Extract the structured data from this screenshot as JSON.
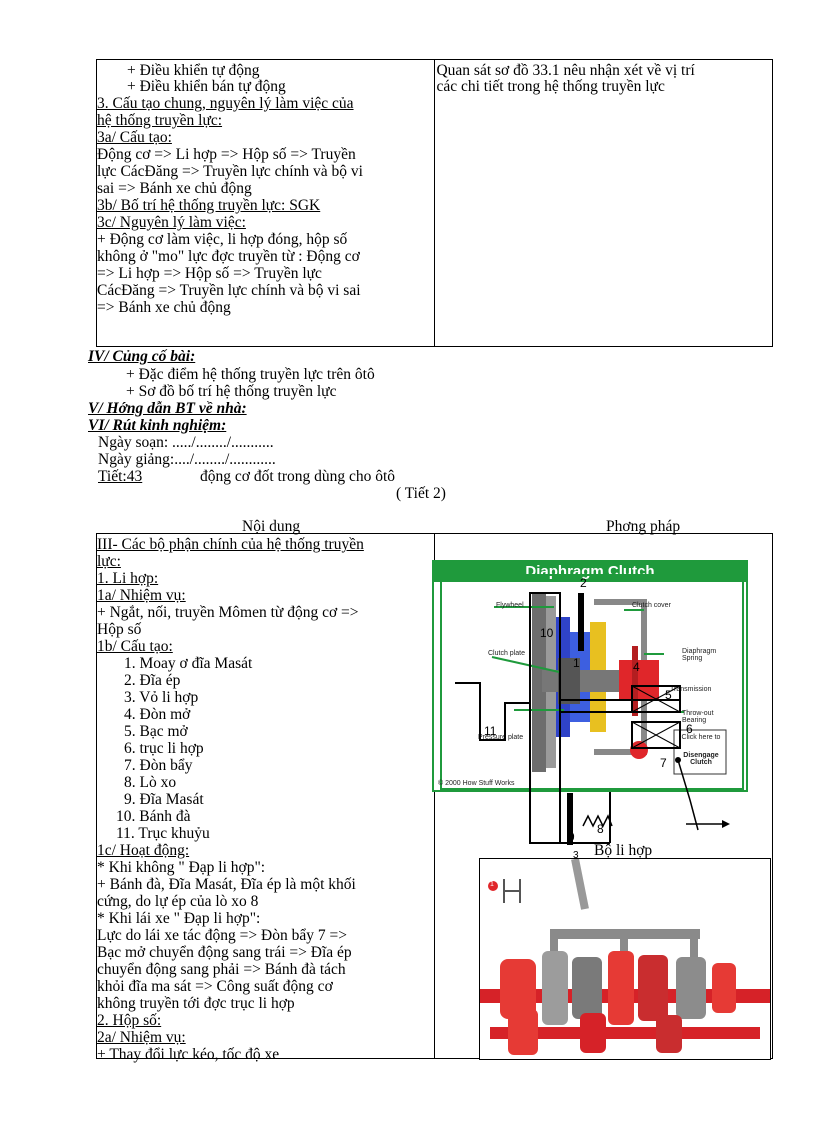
{
  "top_table": {
    "left_lines": [
      "+ Điều khiển tự động",
      "+ Điều khiển bán tự động",
      "3. Cấu tạo chung, nguyên lý làm việc của",
      "hệ thống truyền lực:",
      "3a/ Cấu tạo:",
      "Động cơ => Li hợp => Hộp số => Truyền",
      "lực CácĐăng => Truyền lực chính và bộ vi",
      "sai => Bánh xe chủ động",
      "3b/ Bố trí hệ thống truyền lực: SGK",
      "3c/ Nguyên lý làm việc:",
      "+ Động cơ làm việc, li hợp đóng, hộp số",
      "không ở \"mo\" lực đợc truyền từ : Động cơ",
      "=> Li hợp => Hộp số => Truyền lực",
      "CácĐăng => Truyền lực chính và bộ vi sai",
      "=> Bánh xe chủ động"
    ],
    "right_lines": [
      "Quan sát sơ đồ 33.1 nêu nhận xét về vị trí",
      "các chi tiết trong hệ thống truyền lực"
    ]
  },
  "middle": {
    "section4": "IV/ Củng cố bài:",
    "s4_item1": "+ Đặc điểm hệ thống truyền lực trên ôtô",
    "s4_item2": "+ Sơ đồ bố trí hệ thống truyền lực",
    "section5": "V/ Hớng dẫn BT về nhà:",
    "section6": "VI/ Rút kinh nghiệm:",
    "date_soan": "Ngày soạn: ...../......../...........",
    "date_giang": "Ngày giảng:..../......../............",
    "tiet_label": "Tiết:43",
    "tiet_title": "động cơ đốt trong dùng cho ôtô",
    "tiet_part": "( Tiết 2)"
  },
  "bottom_table": {
    "header_left": "Nội dung",
    "header_right": "Phơng pháp",
    "left_lines_a": [
      "III- Các bộ phận chính của hệ thống truyền",
      "lực:",
      "1. Li hợp:",
      "1a/ Nhiệm vụ:",
      "+ Ngắt, nối, truyền Mômen từ động cơ =>",
      "Hộp số",
      "1b/ Cấu tạo:"
    ],
    "parts": [
      "1. Moay ơ đĩa Masát",
      "2. Đĩa ép",
      "3. Vỏ li hợp",
      "4. Đòn mở",
      "5. Bạc mở",
      "6. trục li hợp",
      "7. Đòn bẩy",
      "8. Lò xo",
      "9. Đĩa Masát",
      "10. Bánh đà",
      "11. Trục khuỷu"
    ],
    "left_lines_b": [
      "1c/ Hoạt động:",
      "* Khi không \" Đạp li hợp\":",
      "+ Bánh đà, Đĩa Masát, Đĩa ép là một khối",
      "cứng, do lự ép của lò xo 8",
      "* Khi lái xe \" Đạp li hợp\":",
      "Lực do lái xe tác động => Đòn bẩy 7 =>",
      "Bạc mở chuyển động sang trái => Đĩa ép",
      "chuyển động sang phải => Bánh đà tách",
      "khỏi đĩa ma sát => Công suất động cơ",
      "không truyền tới đợc trục li hợp",
      "2. Hộp số:",
      "2a/ Nhiệm vụ:",
      "+ Thay đổi lực kéo, tốc độ xe"
    ]
  },
  "clutch_figure": {
    "title": "Diaphragm Clutch",
    "labels": {
      "flywheel": "Flywheel",
      "clutch_cover": "Clutch cover",
      "clutch_plate": "Clutch plate",
      "diaphragm_spring": "Diaphragm Spring",
      "transmission": "Transmission",
      "throwout": "Throw-out Bearing",
      "pressure_plate": "Pressure plate",
      "click_here": "Click here to",
      "disengage": "Disengage Clutch",
      "copyright": "© 2000 How Stuff Works"
    },
    "numbers": [
      "1",
      "2",
      "3",
      "4",
      "5",
      "6",
      "7",
      "8",
      "9",
      "10",
      "11"
    ],
    "caption": "Bộ li hợp"
  },
  "gearbox_figure": {
    "badge": "1"
  },
  "colors": {
    "clutch_green": "#1f9a3c",
    "gear_red": "#e0262a",
    "disc_blue": "#2f43c8"
  }
}
